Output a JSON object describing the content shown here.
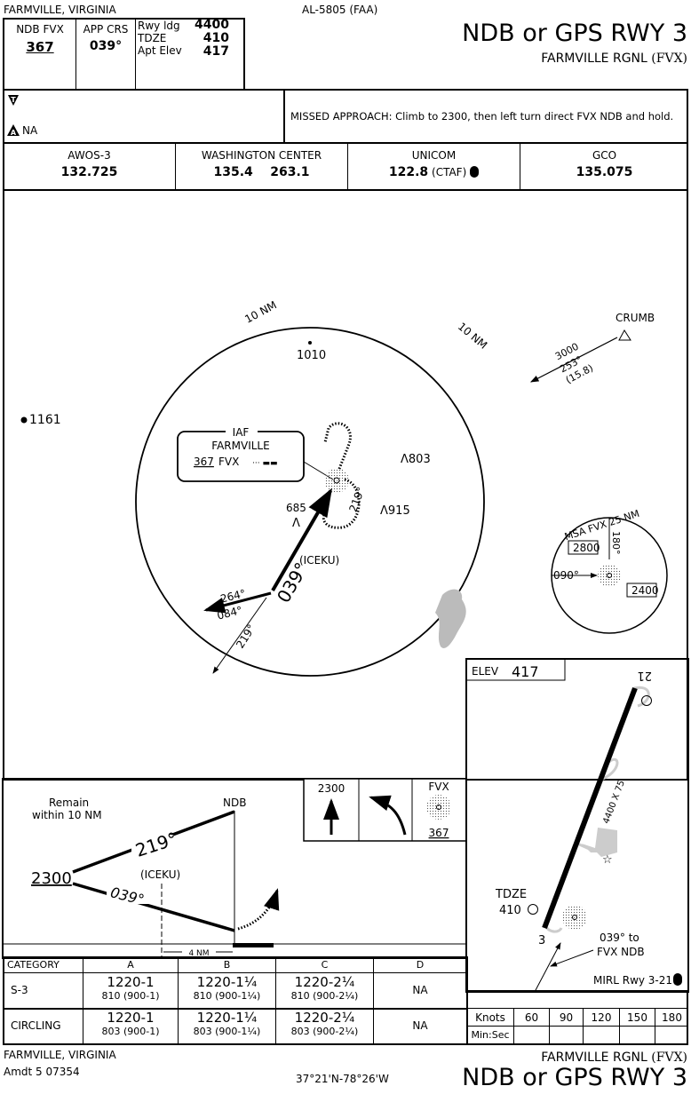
{
  "header": {
    "location": "FARMVILLE, VIRGINIA",
    "chart_id": "AL-5805 (FAA)",
    "title": "NDB or GPS RWY 3",
    "airport": "FARMVILLE RGNL",
    "airport_id": "(FVX)"
  },
  "briefing": {
    "nav_label": "NDB  FVX",
    "nav_freq": "367",
    "app_crs_label": "APP CRS",
    "app_crs": "039°",
    "rwy_ldg_label": "Rwy ldg",
    "rwy_ldg": "4400",
    "tdze_label": "TDZE",
    "tdze": "410",
    "apt_elev_label": "Apt Elev",
    "apt_elev": "417",
    "alternate_na": "NA",
    "missed_approach": "MISSED APPROACH:  Climb to 2300, then left turn direct FVX NDB and hold."
  },
  "comms": [
    {
      "label": "AWOS-3",
      "value": "132.725"
    },
    {
      "label": "WASHINGTON CENTER",
      "value": "135.4    263.1"
    },
    {
      "label": "UNICOM",
      "value": "122.8",
      "extra": "(CTAF)"
    },
    {
      "label": "GCO",
      "value": "135.075"
    }
  ],
  "plan": {
    "ring_label_1": "10 NM",
    "ring_label_2": "10 NM",
    "spot_1010": "1010",
    "spot_1161": "1161",
    "obst_803": "803",
    "obst_915": "915",
    "obst_685": "685",
    "crumb": "CRUMB",
    "crumb_alt": "3000",
    "crumb_crs": "253°",
    "crumb_dist": "(15.8)",
    "iaf": "IAF",
    "iaf_name": "FARMVILLE",
    "iaf_freq": "367",
    "iaf_id": "FVX",
    "final_crs": "039°",
    "hold_crs": "219°",
    "iceku": "(ICEKU)",
    "crs_264": "264°",
    "crs_084": "084°",
    "crs_219": "219°",
    "msa_title": "MSA FVX 25 NM",
    "msa_180": "180°",
    "msa_090": "090°",
    "msa_2800": "2800",
    "msa_2400": "2400"
  },
  "profile": {
    "remain": "Remain",
    "within": "within 10 NM",
    "ndb": "NDB",
    "alt": "2300",
    "out_crs": "219°",
    "in_crs": "039°",
    "iceku": "(ICEKU)",
    "dist": "4 NM",
    "ma_alt": "2300",
    "ma_fix": "FVX",
    "ma_freq": "367"
  },
  "airport": {
    "elev_label": "ELEV",
    "elev": "417",
    "rwy_21": "21",
    "rwy_3": "3",
    "rwy_dims": "4400 X 75",
    "tdze_label": "TDZE",
    "tdze": "410",
    "crs_note_1": "039° to",
    "crs_note_2": "FVX NDB",
    "lighting": "MIRL Rwy 3-21"
  },
  "minimums": {
    "headers": [
      "CATEGORY",
      "A",
      "B",
      "C",
      "D"
    ],
    "rows": [
      {
        "cat": "S-3",
        "cells": [
          [
            "1220-1",
            "810 (900-1)"
          ],
          [
            "1220-1¼",
            "810 (900-1¼)"
          ],
          [
            "1220-2¼",
            "810 (900-2¼)"
          ],
          [
            "NA",
            ""
          ]
        ]
      },
      {
        "cat": "CIRCLING",
        "cells": [
          [
            "1220-1",
            "803 (900-1)"
          ],
          [
            "1220-1¼",
            "803 (900-1¼)"
          ],
          [
            "1220-2¼",
            "803 (900-2¼)"
          ],
          [
            "NA",
            ""
          ]
        ]
      }
    ]
  },
  "timing": {
    "knots_label": "Knots",
    "minsec_label": "Min:Sec",
    "speeds": [
      "60",
      "90",
      "120",
      "150",
      "180"
    ]
  },
  "footer": {
    "location": "FARMVILLE, VIRGINIA",
    "amendment": "Amdt 5  07354",
    "coords": "37°21'N-78°26'W",
    "airport": "FARMVILLE RGNL",
    "airport_id": "(FVX)",
    "title": "NDB or GPS RWY 3"
  }
}
